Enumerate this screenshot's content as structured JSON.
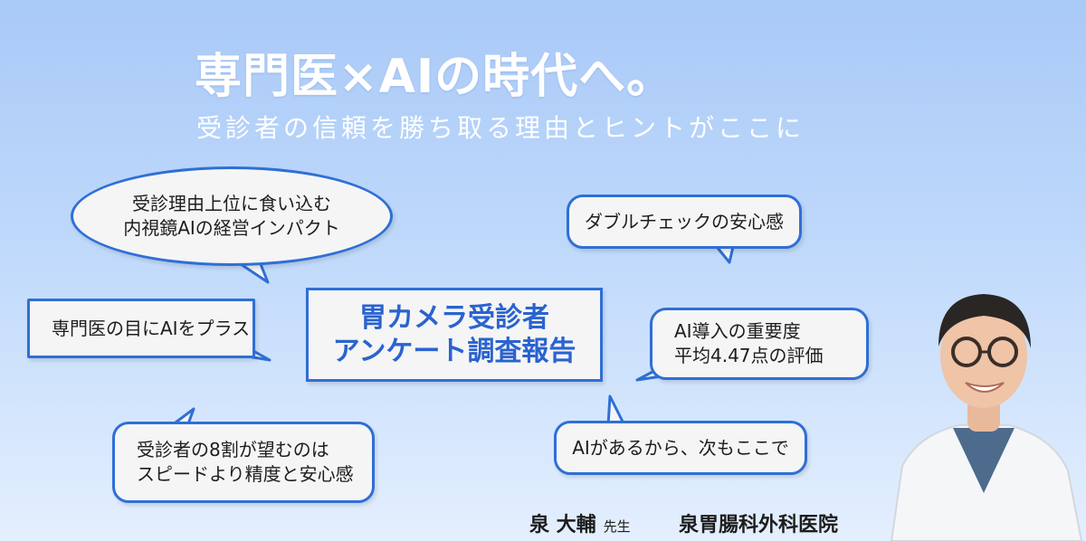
{
  "header": {
    "title": "専門医×AIの時代へ。",
    "subtitle": "受診者の信頼を勝ち取る理由とヒントがここに"
  },
  "center": {
    "text": "胃カメラ受診者\nアンケート調査報告"
  },
  "bubbles": {
    "top_left": "受診理由上位に食い込む\n内視鏡AIの経営インパクト",
    "top_right": "ダブルチェックの安心感",
    "mid_left": "専門医の目にAIをプラス",
    "mid_right": "AI導入の重要度\n平均4.47点の評価",
    "bottom_left": "受診者の8割が望むのは\nスピードより精度と安心感",
    "bottom_right": "AIがあるから、次もここで"
  },
  "footer": {
    "doctor_name": "泉 大輔",
    "doctor_suffix": "先生",
    "clinic": "泉胃腸科外科医院"
  },
  "colors": {
    "accent": "#2f6fd6",
    "center_text": "#2a63d0",
    "bubble_bg": "#f5f5f5"
  },
  "icons": {
    "doctor_photo": "doctor-portrait"
  }
}
